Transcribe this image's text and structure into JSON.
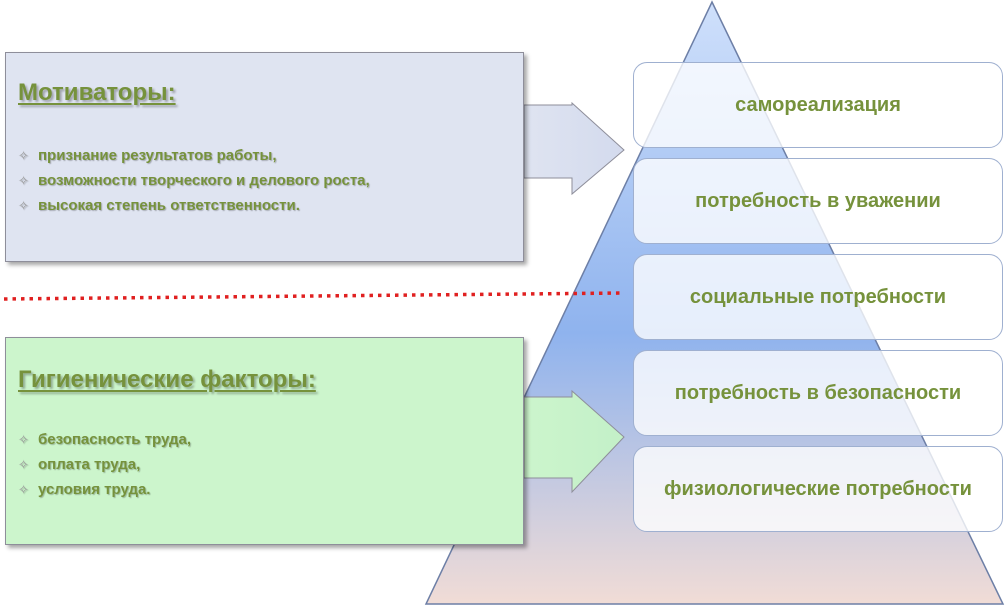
{
  "motivators": {
    "title": "Мотиваторы:",
    "items": [
      "признание результатов работы,",
      "возможности творческого и делового роста,",
      "высокая степень ответственности."
    ]
  },
  "hygiene": {
    "title": "Гигиенические факторы:",
    "items": [
      "безопасность труда,",
      "оплата труда,",
      "условия труда."
    ]
  },
  "pyramid": {
    "levels": [
      "самореализация",
      "потребность в уважении",
      "социальные потребности",
      "потребность в безопасности",
      "физиологические потребности"
    ]
  },
  "colors": {
    "accent_text": "#76923c",
    "motivators_fill": "#dfe4f1",
    "hygiene_fill": "#ccf5cc",
    "pyramid_top": "#cfe0fb",
    "pyramid_mid": "#8fb3ee",
    "pyramid_bottom": "#f1dcd6",
    "divider": "#e02020"
  },
  "icons": {
    "bullet": "diamond-star-icon"
  }
}
